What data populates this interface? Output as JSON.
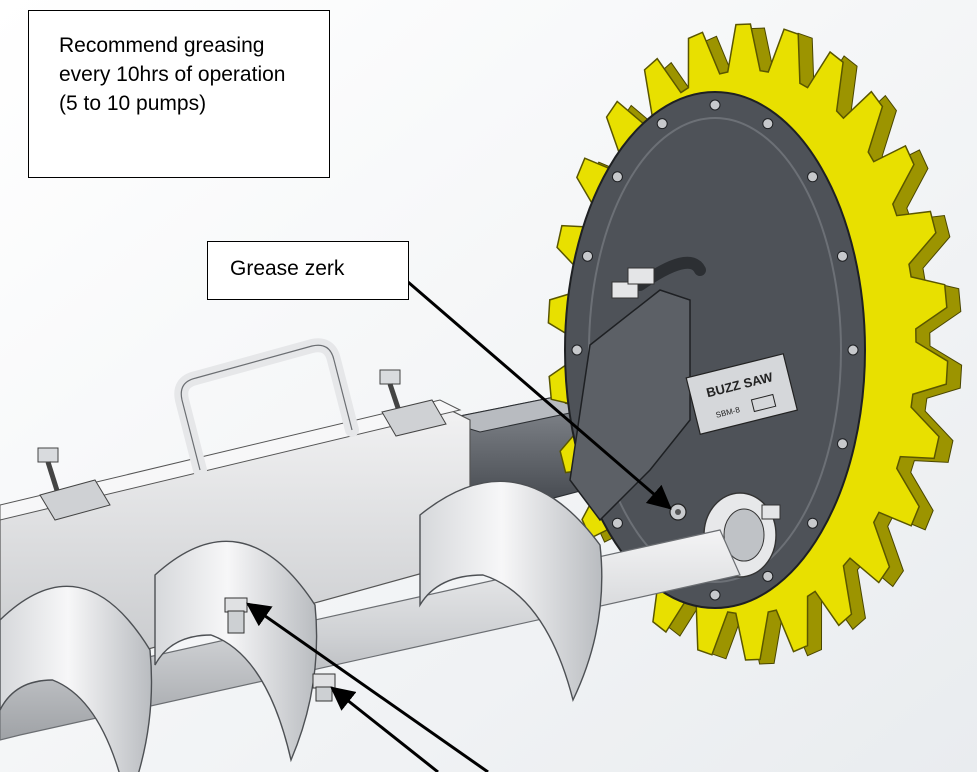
{
  "callouts": {
    "note_text": "Recommend greasing every 10hrs of operation (5 to 10 pumps)",
    "zerk_label": "Grease zerk"
  },
  "plate": {
    "brand": "BUZZ SAW",
    "model": "SBM-8"
  },
  "colors": {
    "sprocket": "#e8e000",
    "plate": "#4e5258",
    "steel": "#dcdde0",
    "outline": "#000000"
  }
}
